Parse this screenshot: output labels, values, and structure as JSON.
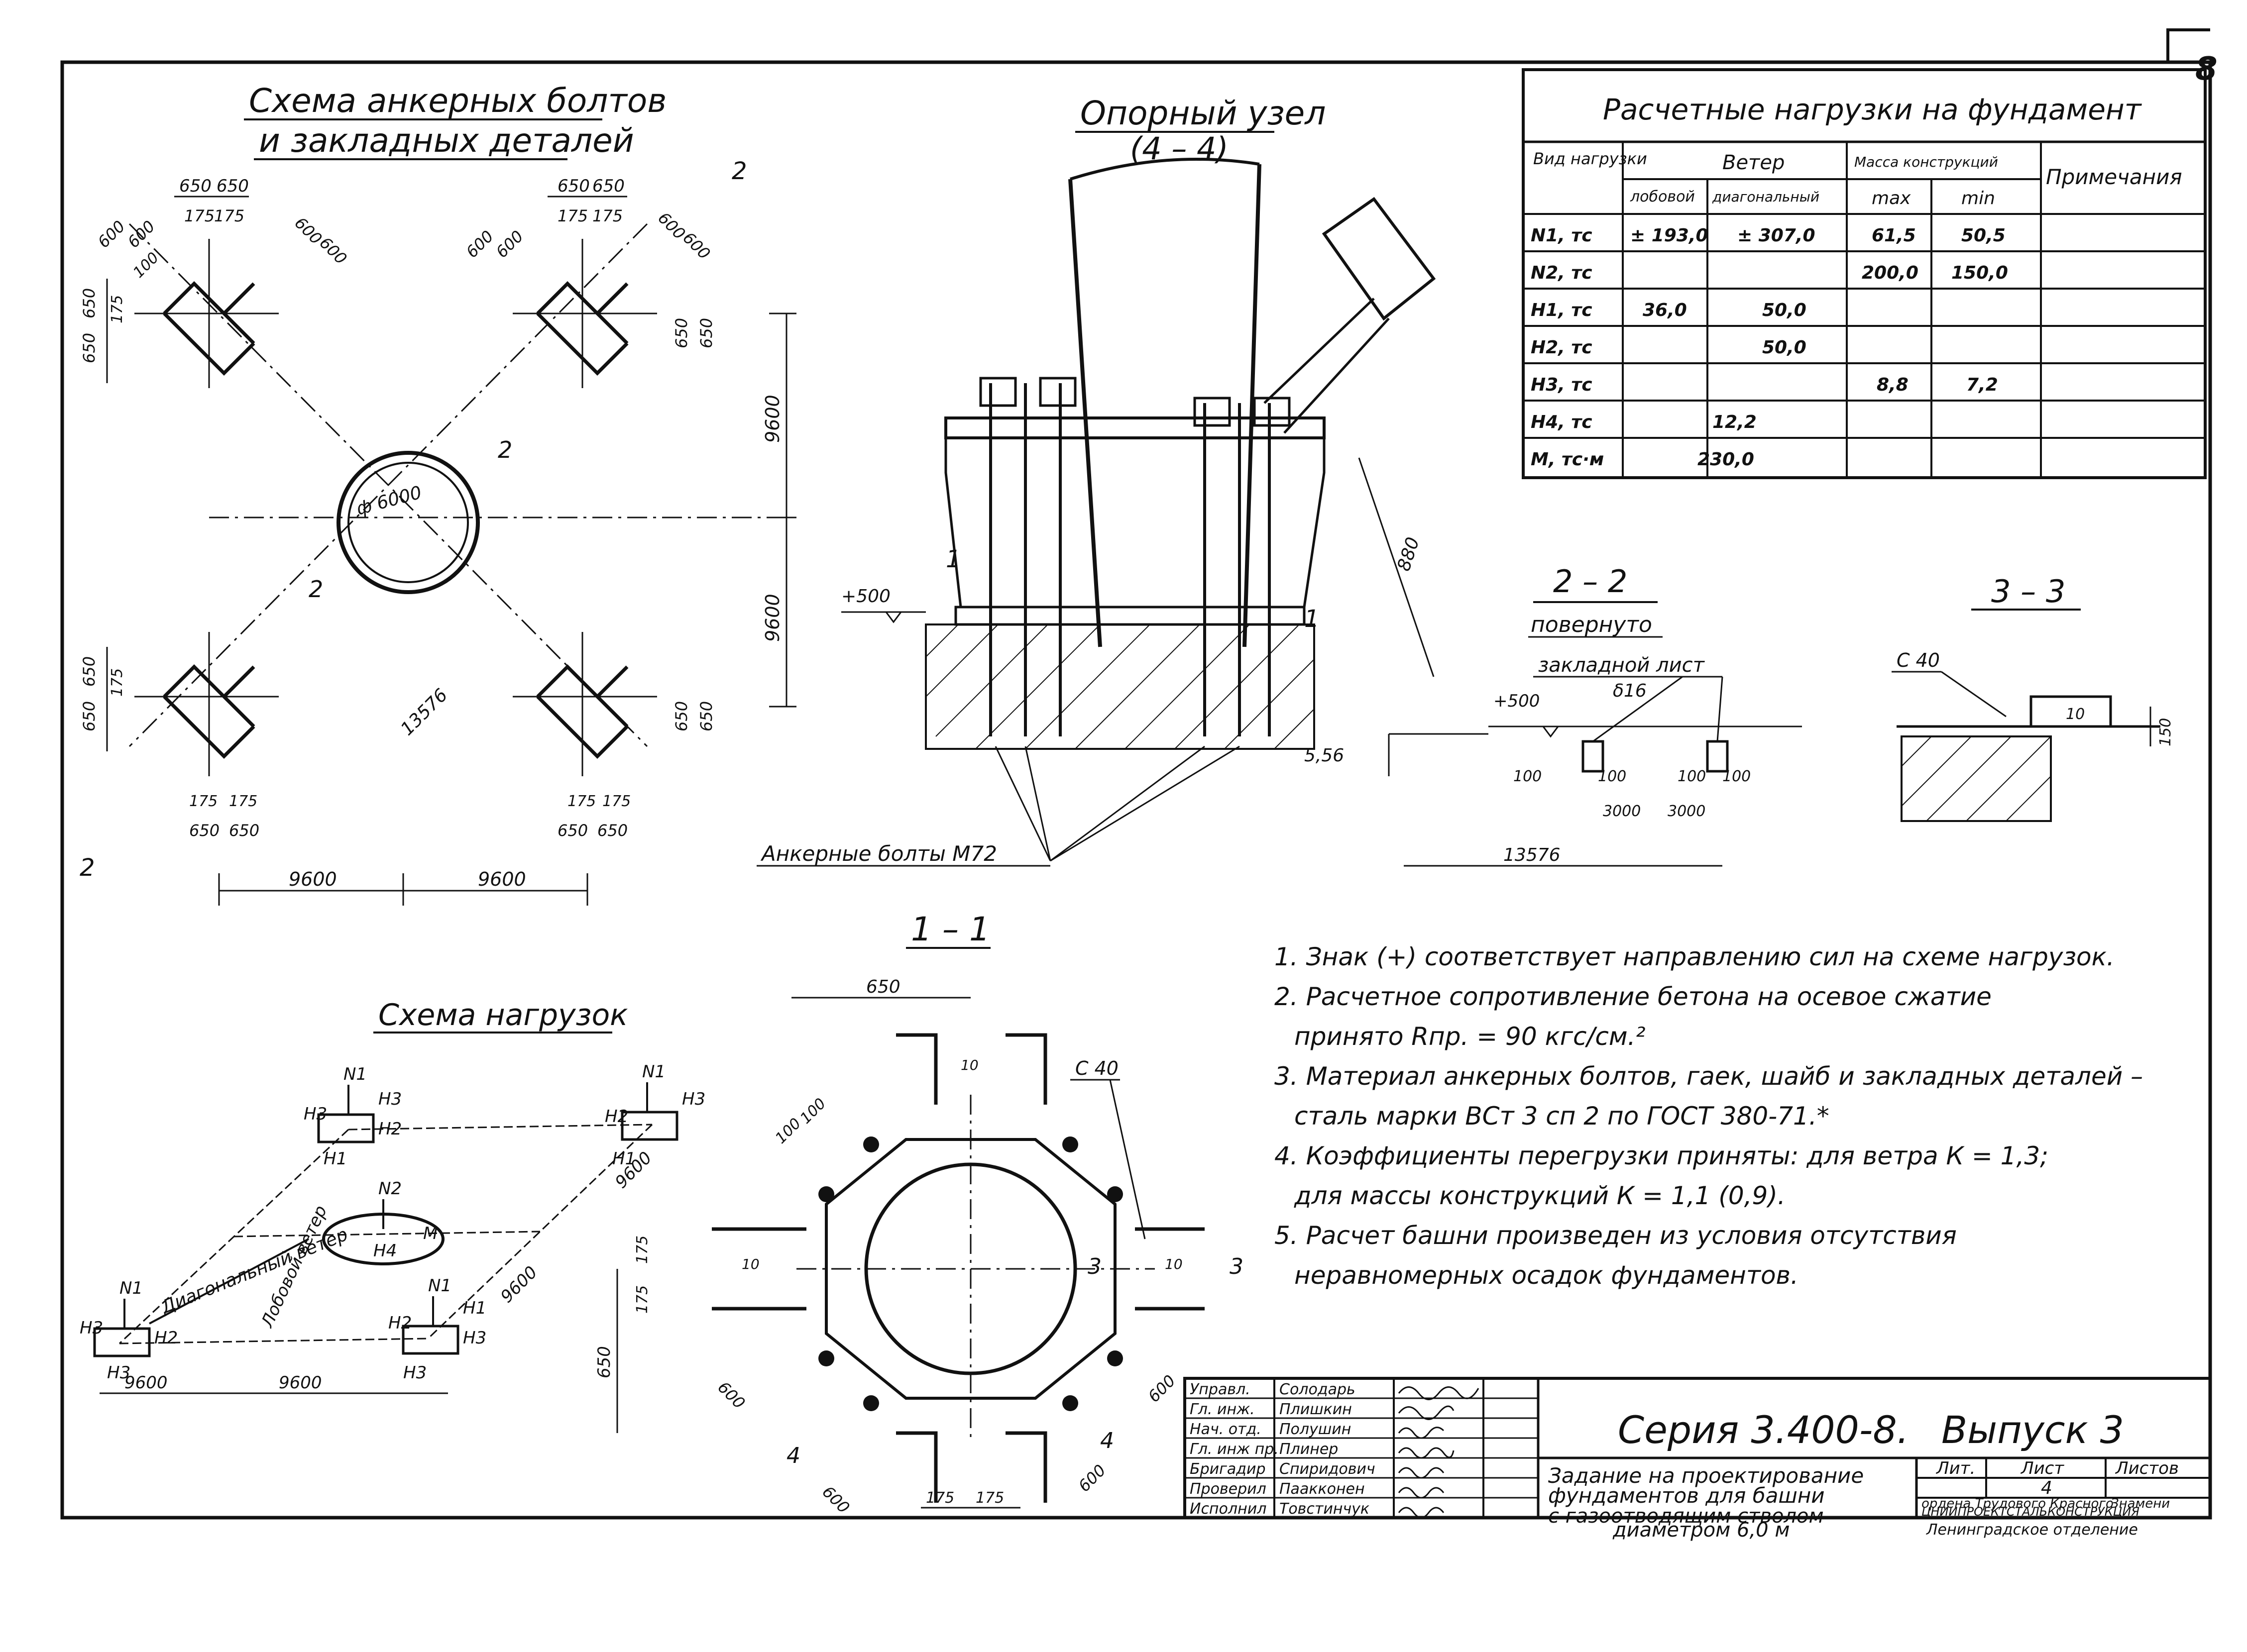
{
  "sheet": {
    "number": "8",
    "series": "Серия 3.400-8.",
    "issue": "Выпуск 3",
    "title_lines": [
      "Задание на проектирование",
      "фундаментов для башни",
      "с газоотводящим стволом",
      "диаметром 6,0 м"
    ],
    "lit_label": "Лит.",
    "sheet_label": "Лист",
    "sheets_label": "Листов",
    "sheet_value": "4",
    "org_lines": [
      "ордена Трудового Красного",
      "Знамени",
      "ЦНИИПРОЕКТСТАЛЬКОНСТРУКЦИЯ",
      "Ленинградское отделение"
    ]
  },
  "signatures": [
    {
      "role": "Управл.",
      "name": "Солодарь"
    },
    {
      "role": "Гл. инж.",
      "name": "Плишкин"
    },
    {
      "role": "Нач. отд.",
      "name": "Полушин"
    },
    {
      "role": "Гл. инж пр.",
      "name": "Плинер"
    },
    {
      "role": "Бригадир",
      "name": "Спиридович"
    },
    {
      "role": "Проверил",
      "name": "Паакконен"
    },
    {
      "role": "Исполнил",
      "name": "Товстинчук"
    }
  ],
  "anchor_scheme": {
    "title_1": "Схема анкерных болтов",
    "title_2": "и закладных деталей",
    "dims": [
      "650",
      "175",
      "600",
      "100",
      "9600",
      "13576",
      "ф 6000"
    ],
    "section_marks": [
      "2",
      "2"
    ]
  },
  "support_node": {
    "title": "Опорный узел",
    "subtitle": "(4 – 4)",
    "elev": "+500",
    "dim_880": "880",
    "bolts_label": "Анкерные болты М72",
    "marks": [
      "1",
      "1"
    ]
  },
  "section_2_2": {
    "title": "2 – 2",
    "subtitle": "повернуто",
    "plate_label": "закладной лист",
    "plate_thk": "δ16",
    "elev": "+500",
    "dims": [
      "5,56",
      "100",
      "3000",
      "13576"
    ]
  },
  "section_3_3": {
    "title": "3 – 3",
    "mark": "С 40",
    "dims": [
      "10",
      "150"
    ]
  },
  "section_1_1": {
    "title": "1 – 1",
    "mark": "С 40",
    "dims": [
      "650",
      "100",
      "175",
      "600",
      "10"
    ],
    "section_marks": [
      "3",
      "3",
      "4",
      "4"
    ]
  },
  "load_scheme": {
    "title": "Схема нагрузок",
    "diag_wind": "Диагональный ветер",
    "front_wind": "Лобовой ветер",
    "dims": [
      "9600"
    ],
    "labels": [
      "N1",
      "N2",
      "H1",
      "H2",
      "H3",
      "H4",
      "M"
    ]
  },
  "loads_table": {
    "title": "Расчетные нагрузки на фундамент",
    "head_type": "Вид нагрузки",
    "head_wind": "Ветер",
    "head_wind_front": "лобовой",
    "head_wind_diag": "диагональный",
    "head_mass": "Масса конструкций",
    "head_max": "max",
    "head_min": "min",
    "head_note": "Примечания",
    "rows": [
      {
        "name": "N1, тс",
        "front": "± 193,0",
        "diag": "± 307,0",
        "max": "61,5",
        "min": "50,5",
        "note": ""
      },
      {
        "name": "N2, тс",
        "front": "",
        "diag": "",
        "max": "200,0",
        "min": "150,0",
        "note": ""
      },
      {
        "name": "H1, тс",
        "front": "36,0",
        "diag": "50,0",
        "max": "",
        "min": "",
        "note": ""
      },
      {
        "name": "H2, тс",
        "front": "",
        "diag": "50,0",
        "max": "",
        "min": "",
        "note": ""
      },
      {
        "name": "H3, тс",
        "front": "",
        "diag": "",
        "max": "8,8",
        "min": "7,2",
        "note": ""
      },
      {
        "name": "H4, тс",
        "front": "12,2",
        "diag": "",
        "max": "",
        "min": "",
        "note": ""
      },
      {
        "name": "M, тс·м",
        "front": "230,0",
        "diag": "",
        "max": "",
        "min": "",
        "note": ""
      }
    ]
  },
  "notes": [
    "1. Знак (+) соответствует направлению сил на схеме нагрузок.",
    "2. Расчетное сопротивление бетона на осевое сжатие",
    "принято Rпр. = 90 кгс/см.²",
    "3. Материал анкерных болтов, гаек, шайб и закладных деталей –",
    "сталь марки ВСт 3 сп 2 по ГОСТ 380-71.*",
    "4. Коэффициенты перегрузки приняты: для ветра К = 1,3;",
    "для массы конструкций  К = 1,1 (0,9).",
    "5. Расчет башни произведен из условия отсутствия",
    "неравномерных осадок фундаментов."
  ]
}
